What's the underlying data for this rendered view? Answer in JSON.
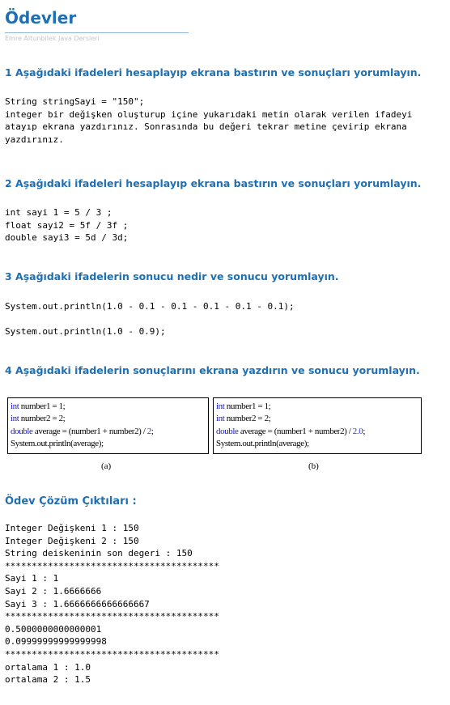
{
  "title": "Ödevler",
  "byline": "Emre Altunbilek Java Dersleri",
  "q1": {
    "heading": "1 Aşağıdaki ifadeleri hesaplayıp ekrana bastırın ve sonuçları yorumlayın.",
    "code": "String stringSayi = \"150\";\ninteger bir değişken oluşturup içine yukarıdaki metin olarak verilen ifadeyi\natayıp ekrana yazdırınız. Sonrasında bu değeri tekrar metine çevirip ekrana\nyazdırınız."
  },
  "q2": {
    "heading": "2 Aşağıdaki ifadeleri hesaplayıp ekrana bastırın ve sonuçları yorumlayın.",
    "code": "int sayi 1 = 5 / 3 ;\nfloat sayi2 = 5f / 3f ;\ndouble sayi3 = 5d / 3d;"
  },
  "q3": {
    "heading": "3 Aşağıdaki ifadelerin sonucu nedir ve sonucu yorumlayın.",
    "code1": "System.out.println(1.0 - 0.1 - 0.1 - 0.1 - 0.1 - 0.1);",
    "code2": "System.out.println(1.0 - 0.9);"
  },
  "q4": {
    "heading": "4 Aşağıdaki ifadelerin sonuçlarını ekrana yazdırın ve sonucu yorumlayın.",
    "box_a": {
      "l1_kw": "int",
      "l1_rest": " number1 = 1;",
      "l2_kw": "int",
      "l2_rest": " number2 = 2;",
      "l3_kw": "double",
      "l3_rest": " average = (number1 + number2) / ",
      "l3_num": "2",
      "l3_end": ";",
      "l4": "System.out.println(average);",
      "caption": "(a)"
    },
    "box_b": {
      "l1_kw": "int",
      "l1_rest": " number1 = 1;",
      "l2_kw": "int",
      "l2_rest": " number2 = 2;",
      "l3_kw": "double",
      "l3_rest": " average = (number1 + number2) / ",
      "l3_num": "2.0",
      "l3_end": ";",
      "l4": "System.out.println(average);",
      "caption": "(b)"
    }
  },
  "solutions": {
    "title": "Ödev Çözüm Çıktıları :",
    "output": "Integer Değişkeni 1 : 150\nInteger Değişkeni 2 : 150\nString deiskeninin son degeri : 150\n****************************************\nSayi 1 : 1\nSayi 2 : 1.6666666\nSayi 3 : 1.6666666666666667\n****************************************\n0.5000000000000001\n0.09999999999999998\n****************************************\nortalama 1 : 1.0\nortalama 2 : 1.5"
  }
}
